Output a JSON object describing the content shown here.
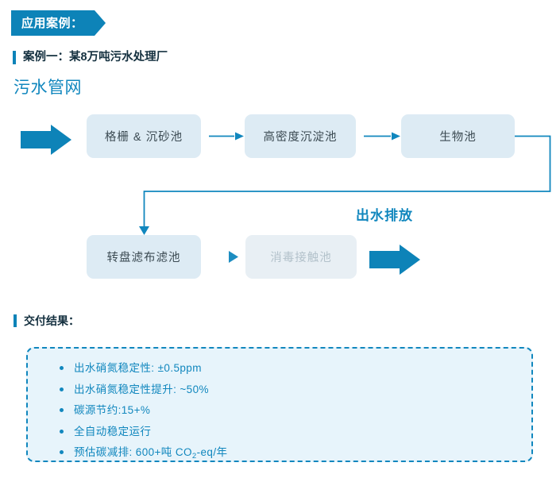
{
  "section": {
    "badge_label": "应用案例："
  },
  "case": {
    "heading": "案例一：某8万吨污水处理厂",
    "flow_title": "污水管网"
  },
  "flow": {
    "boxes": [
      {
        "id": "grit",
        "label": "格栅 & 沉砂池",
        "state": "active"
      },
      {
        "id": "sediment",
        "label": "高密度沉淀池",
        "state": "active"
      },
      {
        "id": "bio",
        "label": "生物池",
        "state": "active"
      },
      {
        "id": "filter",
        "label": "转盘滤布滤池",
        "state": "active"
      },
      {
        "id": "disinfect",
        "label": "消毒接触池",
        "state": "faded"
      }
    ],
    "discharge_label": "出水排放",
    "inlet_arrow": "inlet-block-arrow",
    "outlet_arrow": "outlet-block-arrow"
  },
  "delivery": {
    "heading": "交付结果：",
    "results": [
      "出水硝氮稳定性: ±0.5ppm",
      "出水硝氮稳定性提升: ~50%",
      "碳源节约:15+%",
      "全自动稳定运行",
      "预估碳减排: 600+吨 CO"
    ],
    "last_item_subscript": "2",
    "last_item_suffix": "-eq/年"
  },
  "colors": {
    "brand_blue": "#0D83B8",
    "accent_blue": "#1187BE",
    "box_fill": "#DDEBF4",
    "box_fill_faded": "#E8EFF4",
    "panel_fill": "#E7F4FB",
    "text_dark": "#14303f",
    "box_text": "#3b4a52",
    "faded_text": "#b3c2cb"
  }
}
